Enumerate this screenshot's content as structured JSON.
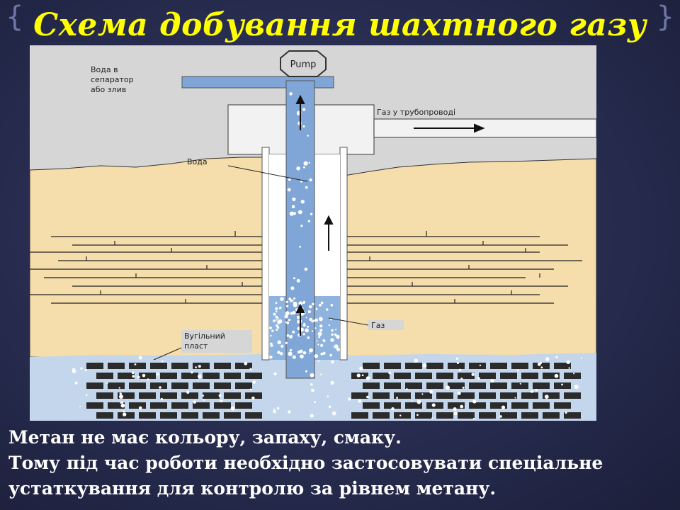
{
  "slide": {
    "title": "Схема добування шахтного газу",
    "caption_lines": [
      "Метан не має кольору, запаху, смаку.",
      "Тому під час роботи необхідно застосовувати спеціальне",
      "устаткування для контролю за рівнем метану."
    ]
  },
  "diagram": {
    "pump_label": "Pump",
    "water_outlet_label_lines": [
      "Вода в",
      "сепаратор",
      "або злив"
    ],
    "gas_pipeline_label": "Газ у трубопроводі",
    "water_label": "Вода",
    "gas_label": "Газ",
    "coal_seam_label_lines": [
      "Вугільний",
      "пласт"
    ]
  },
  "colors": {
    "title": "#ffff00",
    "background": "#2a2f54",
    "sky": "#d6d6d6",
    "soil": "#f5deab",
    "water_pipe": "#7fa6d6",
    "coal_layer": "#c3d6ec",
    "coal_block": "#2b2b2b",
    "pipe_wall": "#ffffff"
  }
}
